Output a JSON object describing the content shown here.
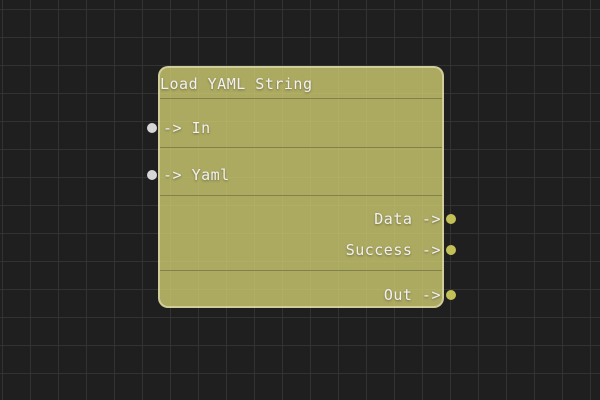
{
  "theme": {
    "canvas_bg": "#1f1f1f",
    "grid_line": "#323232",
    "node_fill": "rgba(208,204,114,0.8)",
    "node_border": "rgba(238,236,200,0.55)",
    "node_text": "#f1f1f1",
    "input_port_color": "#d6d6d6",
    "output_port_color": "#c3c058"
  },
  "node": {
    "title": "Load YAML String",
    "inputs": [
      {
        "name": "In",
        "label": "-> In"
      },
      {
        "name": "Yaml",
        "label": "-> Yaml"
      }
    ],
    "outputs": [
      {
        "name": "Data",
        "label": "Data ->"
      },
      {
        "name": "Success",
        "label": "Success ->"
      },
      {
        "name": "Out",
        "label": "Out ->"
      }
    ]
  }
}
